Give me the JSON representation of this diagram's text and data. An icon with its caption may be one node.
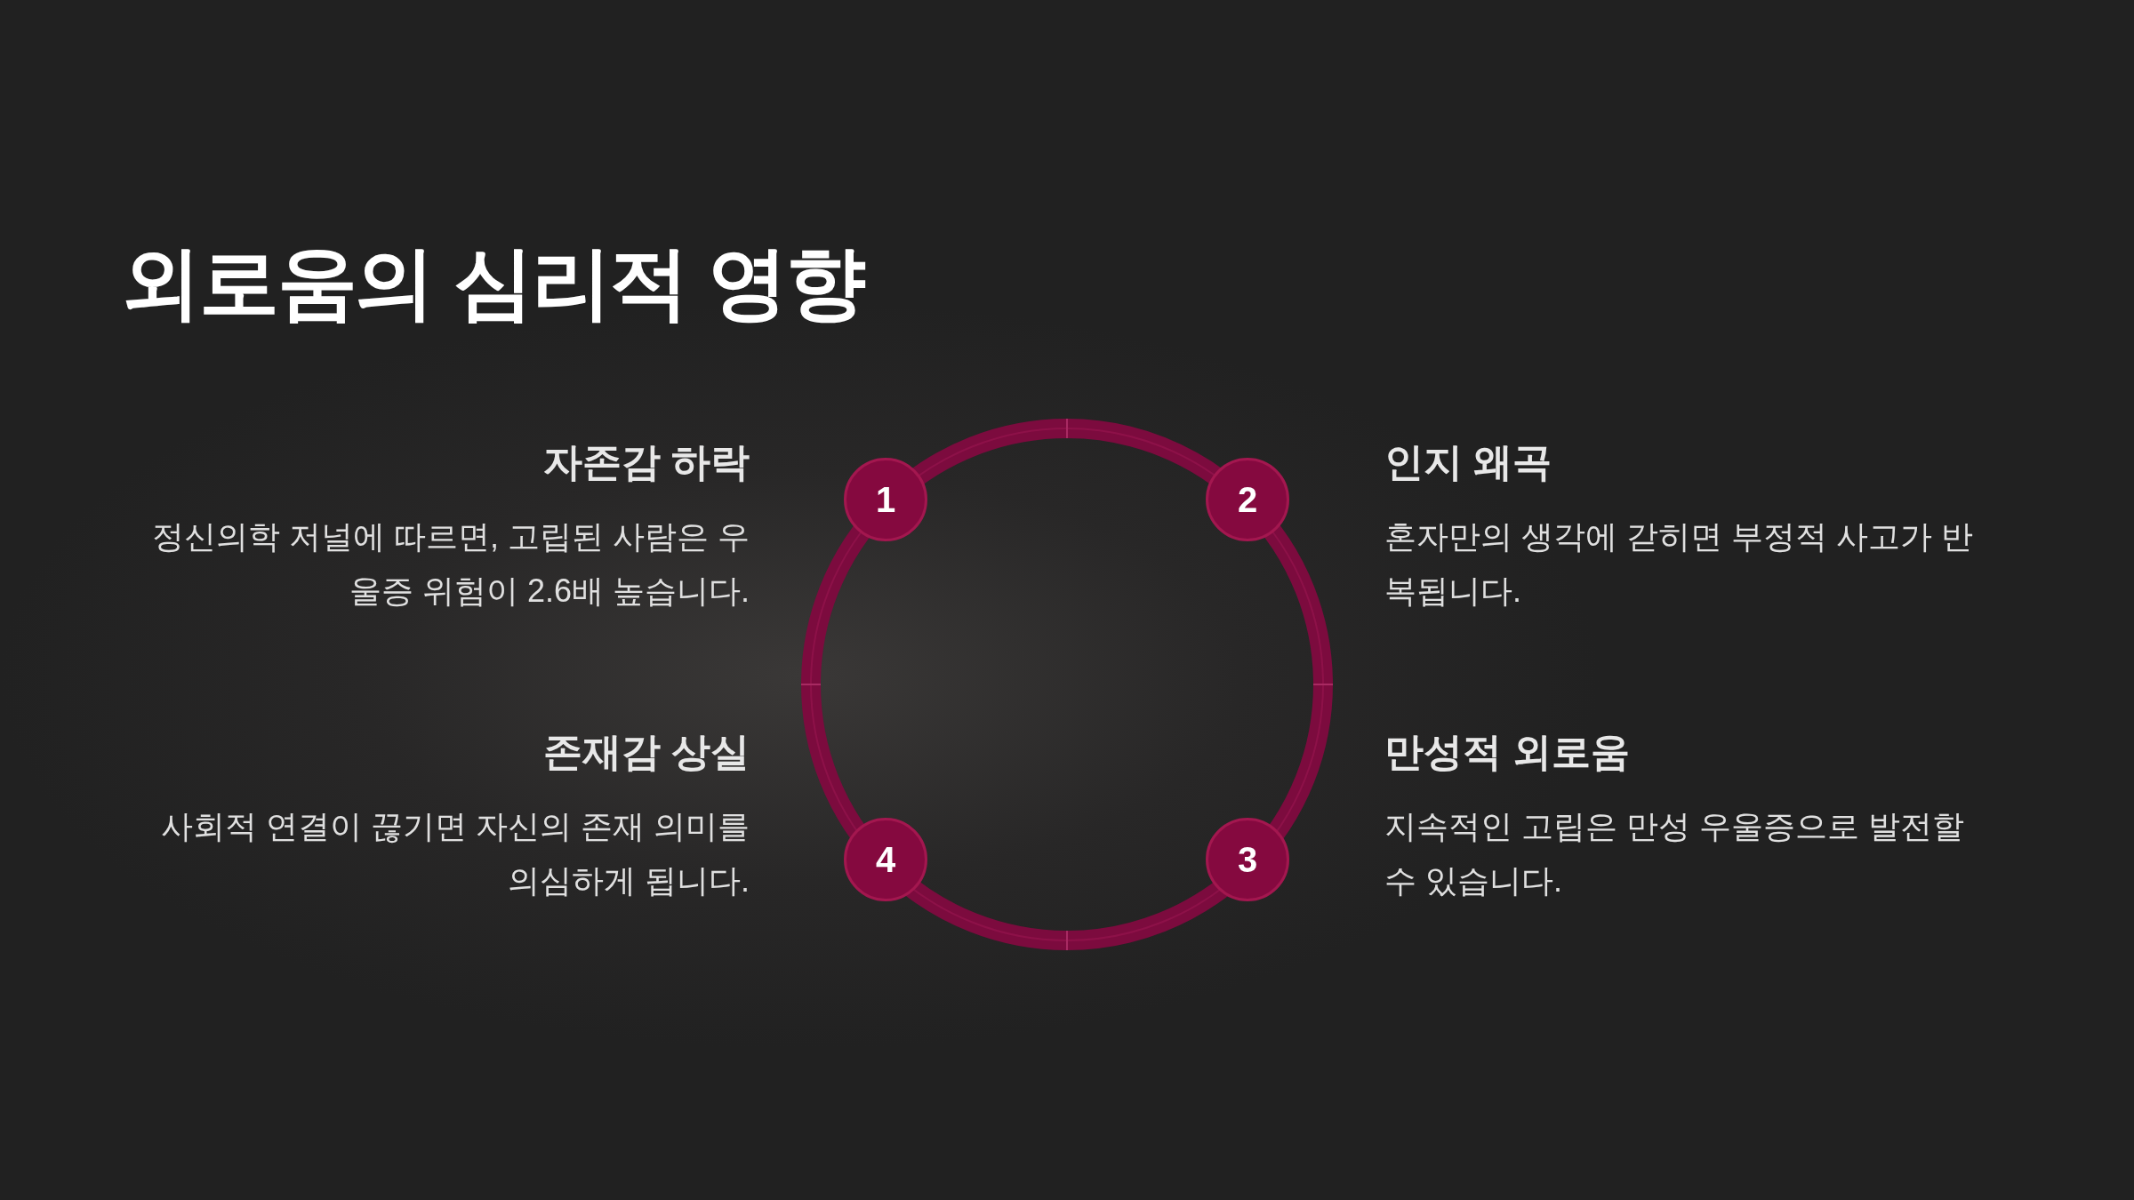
{
  "diagram": {
    "title": "외로움의 심리적 영향",
    "nodes": [
      {
        "text": [
          "1"
        ]
      },
      {
        "text": [
          "2"
        ]
      },
      {
        "text": [
          "3"
        ]
      },
      {
        "text": [
          "4"
        ]
      }
    ],
    "edges": [],
    "labels": [
      "자존감 하락",
      "정신의학 저널에 따르면, 고립된 사람은 우울증 위험이 2.6배 높습니다.",
      "인지 왜곡",
      "혼자만의 생각에 갇히면 부정적 사고가 반복됩니다.",
      "존재감 상실",
      "사회적 연결이 끊기면 자신의 존재 의미를 의심하게 됩니다.",
      "만성적 외로움",
      "지속적인 고립은 만성 우울증으로 발전할 수 있습니다."
    ]
  }
}
